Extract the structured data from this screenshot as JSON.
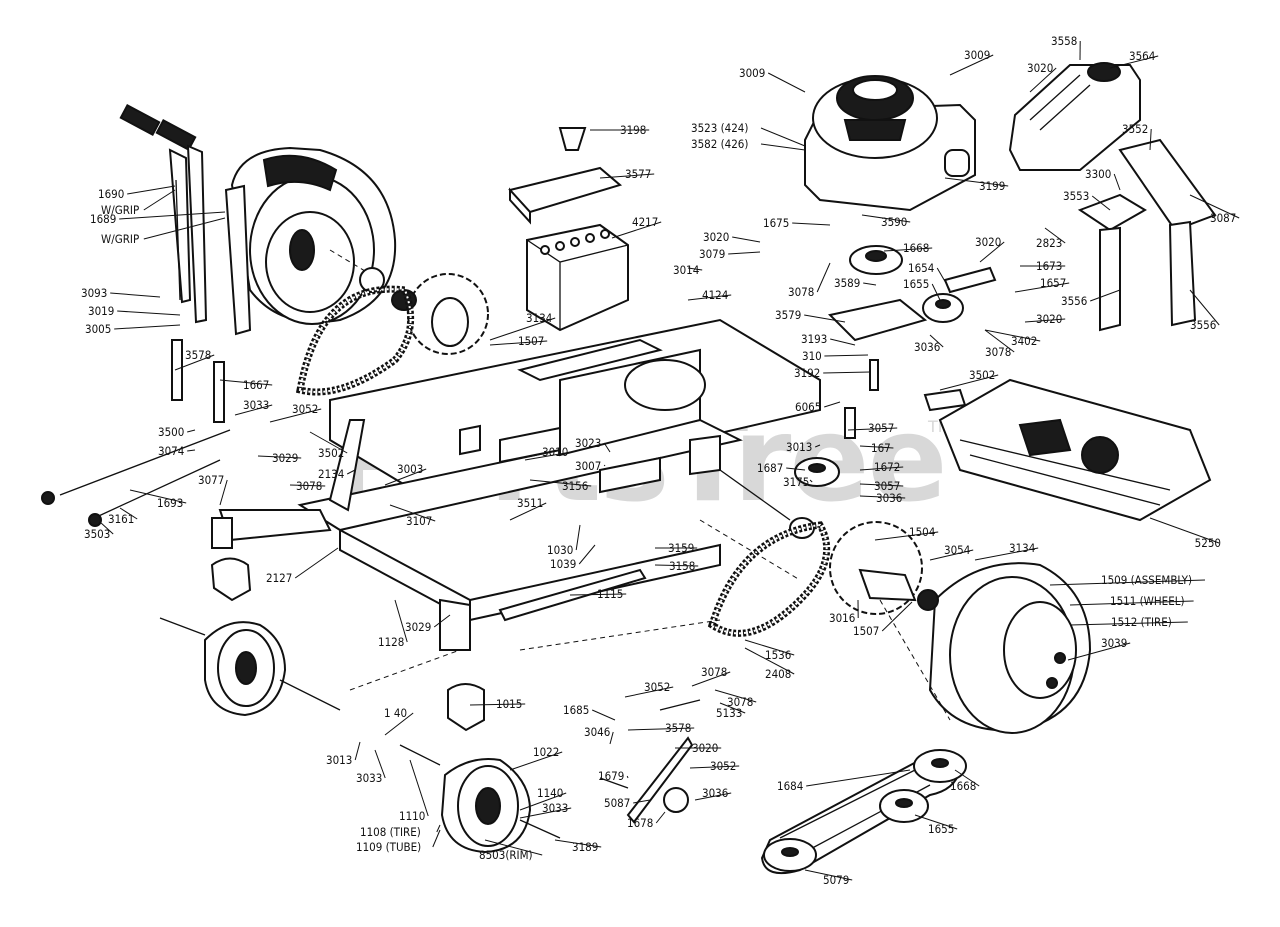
{
  "watermark": {
    "text": "PartsTree",
    "tm": "TM"
  },
  "callouts": [
    "3009",
    "3009",
    "3558",
    "3020",
    "3564",
    "3198",
    "3523 (424)",
    "3582 (426)",
    "3577",
    "3552",
    "3199",
    "1690",
    "W/GRIP",
    "1689",
    "W/GRIP",
    "3553",
    "3300",
    "3087",
    "4217",
    "1675",
    "3590",
    "2823",
    "3020",
    "3079",
    "1668",
    "3020",
    "1673",
    "3078",
    "3014",
    "4124",
    "3589",
    "1654",
    "1657",
    "1655",
    "3556",
    "3556",
    "3093",
    "3019",
    "3005",
    "3134",
    "1507",
    "3579",
    "3020",
    "3036",
    "3078",
    "3402",
    "3578",
    "3193",
    "310",
    "3192",
    "1667",
    "3502",
    "3033",
    "6065",
    "3057",
    "3052",
    "3500",
    "3502",
    "3013",
    "167",
    "3074",
    "3029",
    "3023",
    "3010",
    "3007",
    "1687",
    "1672",
    "3077",
    "2134",
    "3003",
    "3078",
    "3156",
    "3175",
    "3057",
    "3036",
    "1693",
    "3511",
    "3107",
    "5250",
    "3161",
    "3503",
    "1504",
    "1030",
    "3159",
    "1039",
    "3158",
    "3054",
    "3134",
    "2127",
    "1509 (ASSEMBLY)",
    "1511 (WHEEL)",
    "1512 (TIRE)",
    "1115",
    "3016",
    "1507",
    "3029",
    "1128",
    "3039",
    "1536",
    "2408",
    "3052",
    "3078",
    "1015",
    "5133",
    "1685",
    "3578",
    "1 40",
    "3046",
    "3020",
    "3052",
    "1022",
    "1679",
    "1684",
    "1668",
    "3013",
    "3033",
    "5087",
    "1140",
    "3036",
    "3033",
    "1678",
    "1655",
    "1110",
    "1108 (TIRE)",
    "1109 (TUBE)",
    "8503(RIM)",
    "3189",
    "5079",
    "3078"
  ]
}
